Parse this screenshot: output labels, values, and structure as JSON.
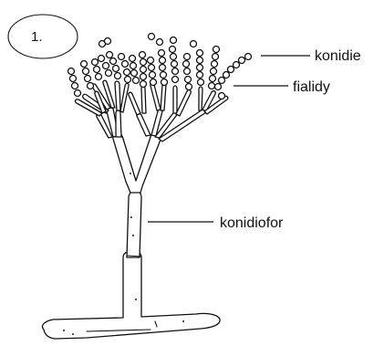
{
  "figure": {
    "number": "1.",
    "labels": {
      "conidia": "konidie",
      "phialides": "fialidy",
      "conidiophore": "konidiofor"
    }
  },
  "colors": {
    "ink": "#111111",
    "background": "#ffffff"
  }
}
